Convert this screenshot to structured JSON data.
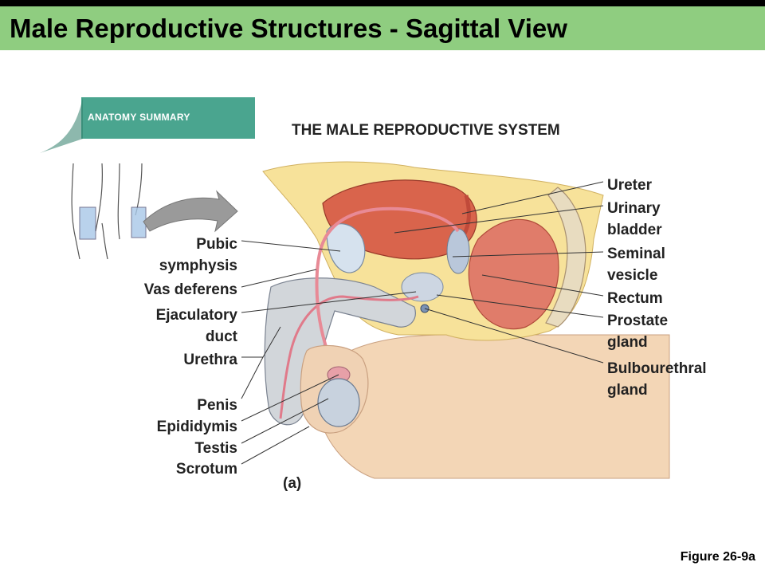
{
  "slide": {
    "title": "Male Reproductive Structures - Sagittal View",
    "figure_ref": "Figure 26-9a"
  },
  "tab": {
    "label": "ANATOMY SUMMARY"
  },
  "diagram": {
    "title": "THE MALE REPRODUCTIVE SYSTEM",
    "panel_letter": "(a)",
    "labels_left": {
      "pubic_symphysis_1": "Pubic",
      "pubic_symphysis_2": "symphysis",
      "vas_deferens": "Vas deferens",
      "ejaculatory_duct_1": "Ejaculatory",
      "ejaculatory_duct_2": "duct",
      "urethra": "Urethra",
      "penis": "Penis",
      "epididymis": "Epididymis",
      "testis": "Testis",
      "scrotum": "Scrotum"
    },
    "labels_right": {
      "ureter": "Ureter",
      "urinary_bladder_1": "Urinary",
      "urinary_bladder_2": "bladder",
      "seminal_vesicle_1": "Seminal",
      "seminal_vesicle_2": "vesicle",
      "rectum": "Rectum",
      "prostate_gland_1": "Prostate",
      "prostate_gland_2": "gland",
      "bulbourethral_gland_1": "Bulbourethral",
      "bulbourethral_gland_2": "gland"
    }
  }
}
